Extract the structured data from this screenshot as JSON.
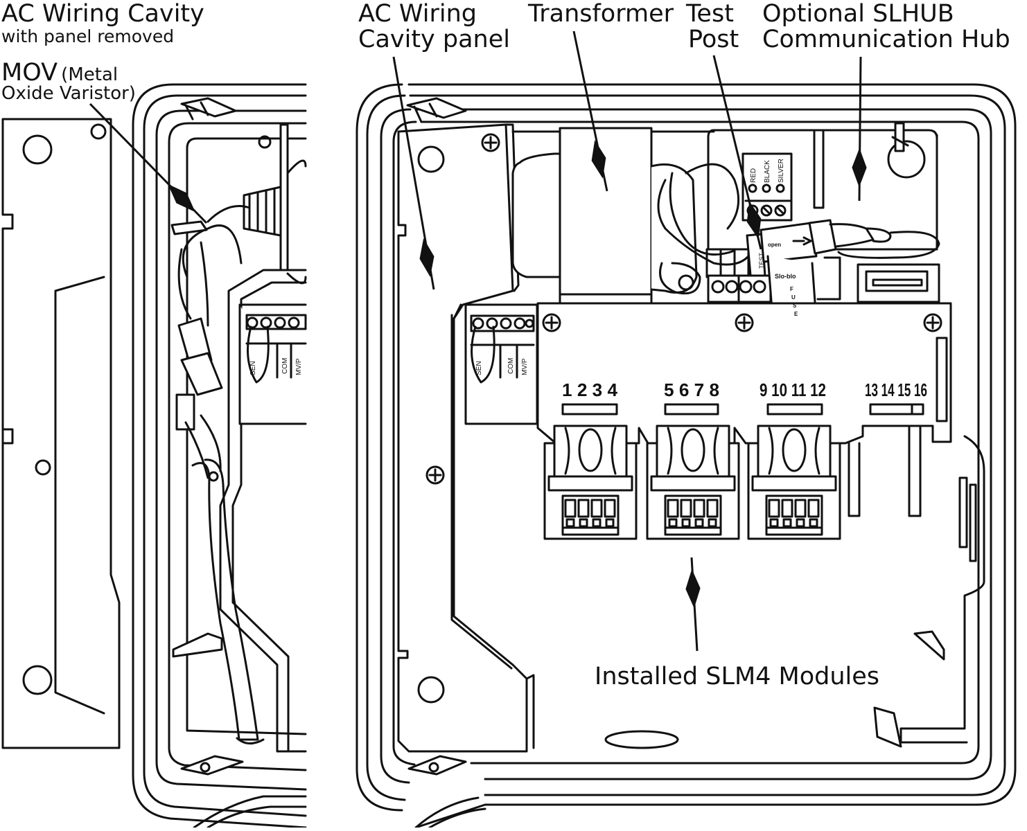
{
  "callouts": {
    "ac_cavity_title": "AC Wiring Cavity",
    "ac_cavity_sub": "with panel removed",
    "mov_main": "MOV",
    "mov_paren": "(Metal",
    "mov_line2": "Oxide Varistor)",
    "panel_line1": "AC Wiring",
    "panel_line2": "Cavity panel",
    "transformer_line1": "Transformer",
    "test_post_line1": "Test",
    "test_post_line2": "Post",
    "slhub_line1": "Optional SLHUB",
    "slhub_line2": "Communication Hub",
    "slm4": "Installed SLM4 Modules"
  },
  "terminal_labels": [
    "SEN",
    "COM",
    "MV/P"
  ],
  "wire_labels": [
    "RED",
    "BLACK",
    "SILVER"
  ],
  "fuse_labels": {
    "open": "open",
    "brand": "Slo-blo",
    "fuse": [
      "F",
      "U",
      "S",
      "E"
    ],
    "test": "TEST"
  },
  "station_groups": [
    "1 2 3 4",
    "5 6 7 8",
    "9 10 11 12",
    "13 14 15 16"
  ],
  "colors": {
    "line": "#111111",
    "fill": "#ffffff"
  }
}
